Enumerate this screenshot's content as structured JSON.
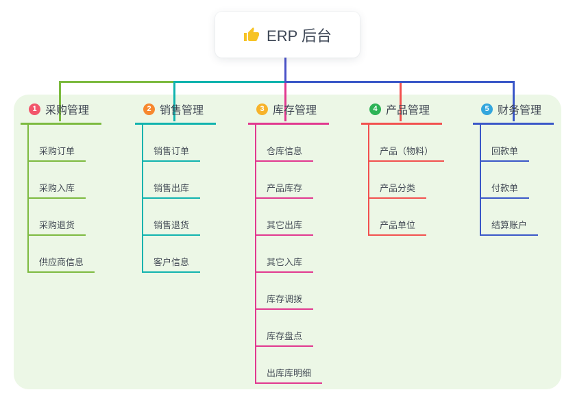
{
  "root": {
    "label": "ERP 后台",
    "icon": "thumbs-up-icon",
    "icon_color": "#f7c325",
    "connector_color": "#4a52c8"
  },
  "branches": [
    {
      "index": "1",
      "label": "采购管理",
      "badge_color": "#f2566b",
      "line_color": "#7cba3f",
      "children": [
        "采购订单",
        "采购入库",
        "采购退货",
        "供应商信息"
      ]
    },
    {
      "index": "2",
      "label": "销售管理",
      "badge_color": "#f7882f",
      "line_color": "#10b3ae",
      "children": [
        "销售订单",
        "销售出库",
        "销售退货",
        "客户信息"
      ]
    },
    {
      "index": "3",
      "label": "库存管理",
      "badge_color": "#f7b32b",
      "line_color": "#e1388f",
      "children": [
        "仓库信息",
        "产品库存",
        "其它出库",
        "其它入库",
        "库存调拨",
        "库存盘点",
        "出库库明细"
      ]
    },
    {
      "index": "4",
      "label": "产品管理",
      "badge_color": "#2db356",
      "line_color": "#f2504e",
      "children": [
        "产品（物料）",
        "产品分类",
        "产品单位"
      ]
    },
    {
      "index": "5",
      "label": "财务管理",
      "badge_color": "#33a6dd",
      "line_color": "#3a57c8",
      "children": [
        "回款单",
        "付款单",
        "结算账户"
      ]
    }
  ]
}
